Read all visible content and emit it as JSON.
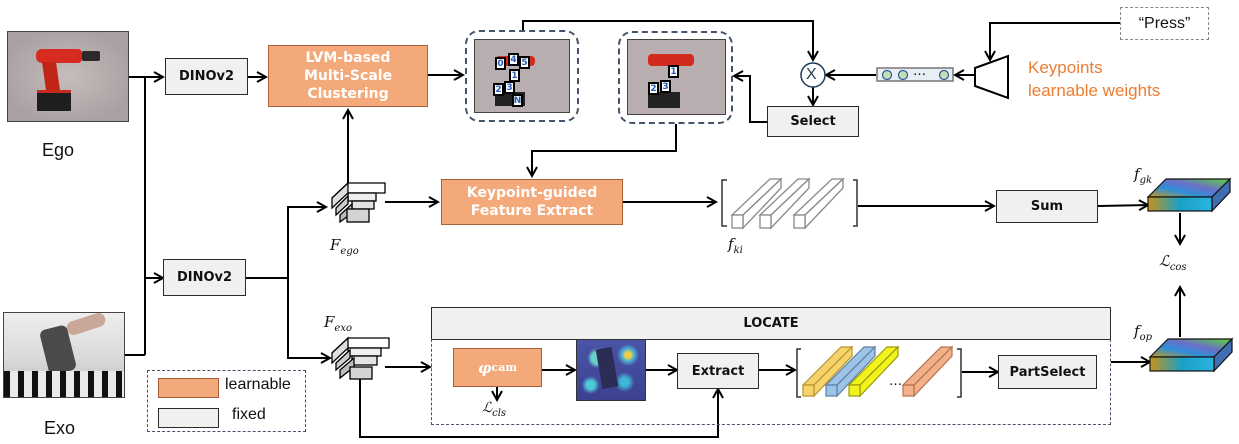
{
  "inputs": {
    "ego_label": "Ego",
    "exo_label": "Exo"
  },
  "modules": {
    "dinov2_top": "DINOv2",
    "dinov2_bottom": "DINOv2",
    "clustering": [
      "LVM-based",
      "Multi-Scale",
      "Clustering"
    ],
    "keypoint_extract": [
      "Keypoint-guided",
      "Feature Extract"
    ],
    "select": "Select",
    "sum": "Sum",
    "locate": "LOCATE",
    "phi_cam": "φ",
    "phi_cam_sub": "cam",
    "extract": "Extract",
    "part_select": "PartSelect"
  },
  "keypoints": {
    "all": [
      "0",
      "4",
      "5",
      "1",
      "2",
      "3",
      "N"
    ],
    "selected": [
      "1",
      "2",
      "3"
    ],
    "weights_ellipsis": "…",
    "weights_label": [
      "Keypoints",
      "learnable weights"
    ],
    "prompt": "“Press”",
    "multiply_symbol": "X"
  },
  "math": {
    "f_ego": "F",
    "f_ego_sub": "ego",
    "f_exo": "F",
    "f_exo_sub": "exo",
    "f_ki": "f",
    "f_ki_sub": "ki",
    "f_gk": "f",
    "f_gk_sub": "gk",
    "f_op": "f",
    "f_op_sub": "op",
    "l_cos": "ℒ",
    "l_cos_sub": "cos",
    "l_cls": "ℒ",
    "l_cls_sub": "cls"
  },
  "feature_bars_ellipsis": "…",
  "legend": {
    "learnable": "learnable",
    "fixed": "fixed"
  },
  "colors": {
    "learnable": "#f4a97a",
    "fixed": "#f0f0f0",
    "accent_text": "#ed7d31",
    "dashed_border": "#44546a"
  }
}
